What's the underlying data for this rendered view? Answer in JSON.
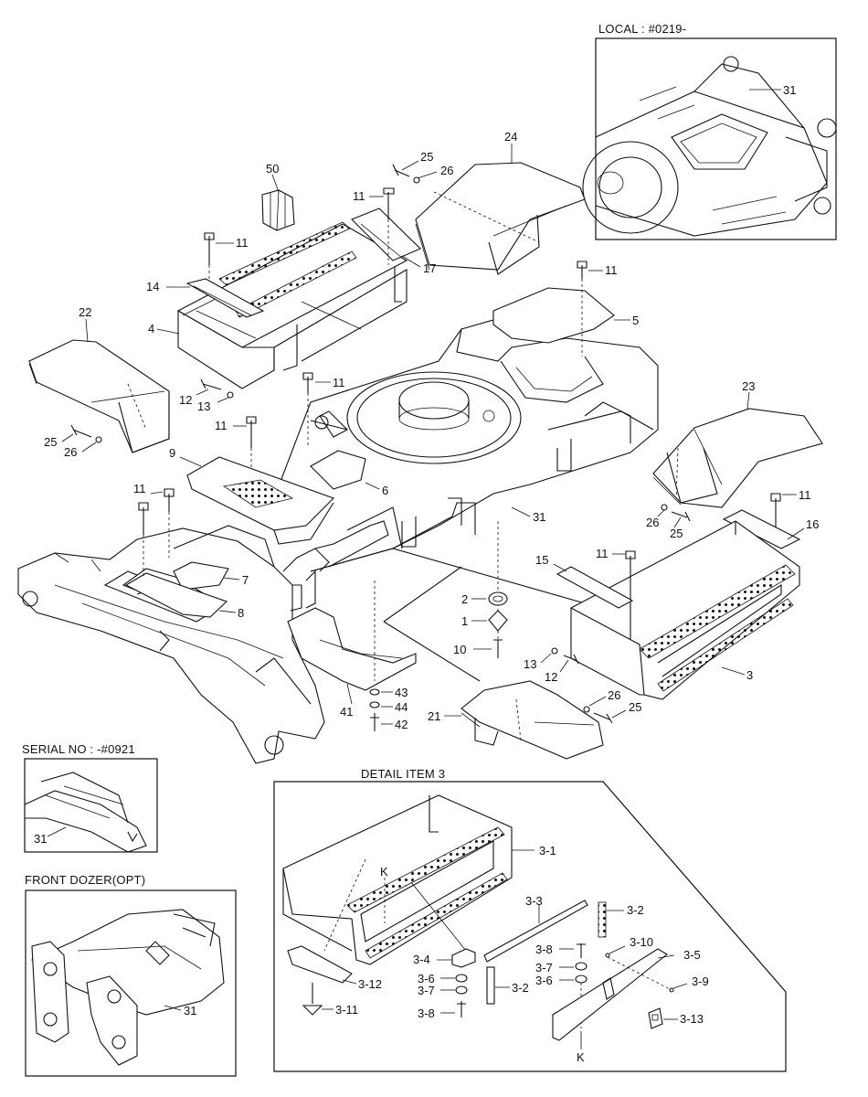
{
  "insets": {
    "local": "LOCAL : #0219-",
    "serial": "SERIAL NO : -#0921",
    "front_dozer": "FRONT DOZER(OPT)",
    "detail": "DETAIL  ITEM 3"
  },
  "callouts": {
    "c24": "24",
    "c25a": "25",
    "c26a": "26",
    "c50": "50",
    "c11a": "11",
    "c11b": "11",
    "c17": "17",
    "c14": "14",
    "c4": "4",
    "c22": "22",
    "c11c": "11",
    "c5": "5",
    "c11d": "11",
    "c12a": "12",
    "c13a": "13",
    "c11e": "11",
    "c25b": "25",
    "c26b": "26",
    "c9": "9",
    "c6": "6",
    "c23": "23",
    "c11f": "11",
    "c31": "31",
    "c7": "7",
    "c8": "8",
    "c11g": "11",
    "c16": "16",
    "c26c": "26",
    "c25c": "25",
    "c15": "15",
    "c11h": "11",
    "c2": "2",
    "c1": "1",
    "c10": "10",
    "c13b": "13",
    "c12b": "12",
    "c3": "3",
    "c43": "43",
    "c44": "44",
    "c42": "42",
    "c41": "41",
    "c21": "21",
    "c26d": "26",
    "c25d": "25",
    "c31local": "31",
    "c31serial": "31",
    "c31dozer": "31"
  },
  "detail_callouts": {
    "d31": "3-1",
    "dK1": "K",
    "d33": "3-3",
    "d32a": "3-2",
    "d38a": "3-8",
    "d310": "3-10",
    "d35": "3-5",
    "d34": "3-4",
    "d37a": "3-7",
    "d36a": "3-6",
    "d39": "3-9",
    "d36b": "3-6",
    "d37b": "3-7",
    "d32b": "3-2",
    "d312": "3-12",
    "d38b": "3-8",
    "d311": "3-11",
    "d313": "3-13",
    "dK2": "K"
  }
}
